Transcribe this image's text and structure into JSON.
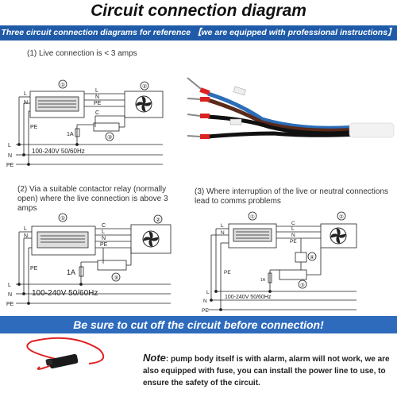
{
  "title": "Circuit connection diagram",
  "top_banner": "Three circuit connection diagrams for reference 【we are equipped with professional instructions】",
  "captions": {
    "d1": "(1)  Live connection is < 3 amps",
    "d2": "(2) Via a suitable contactor relay (normally open) where the live connection is above 3 amps",
    "d3": "(3)  Where interruption of the live or neutral connections lead to comms problems"
  },
  "labels": {
    "one": "①",
    "two": "②",
    "three": "③",
    "four": "④",
    "L": "L",
    "N": "N",
    "PE": "PE",
    "C": "C",
    "fuse": "1A",
    "supply": "100-240V  50/60Hz"
  },
  "bottom_banner": "Be sure to cut off the circuit before connection!",
  "note": {
    "label": "Note",
    "text": ": pump body itself is with alarm, alarm will not work, we are also equipped with fuse, you can install the power line to use, to ensure the safety of the circuit."
  },
  "colors": {
    "banner": "#1f5ba8",
    "wire_blue": "#2a6db8",
    "wire_brown": "#5a2a1a",
    "ferrule_red": "#d22",
    "fuse_wire": "#e02020"
  }
}
